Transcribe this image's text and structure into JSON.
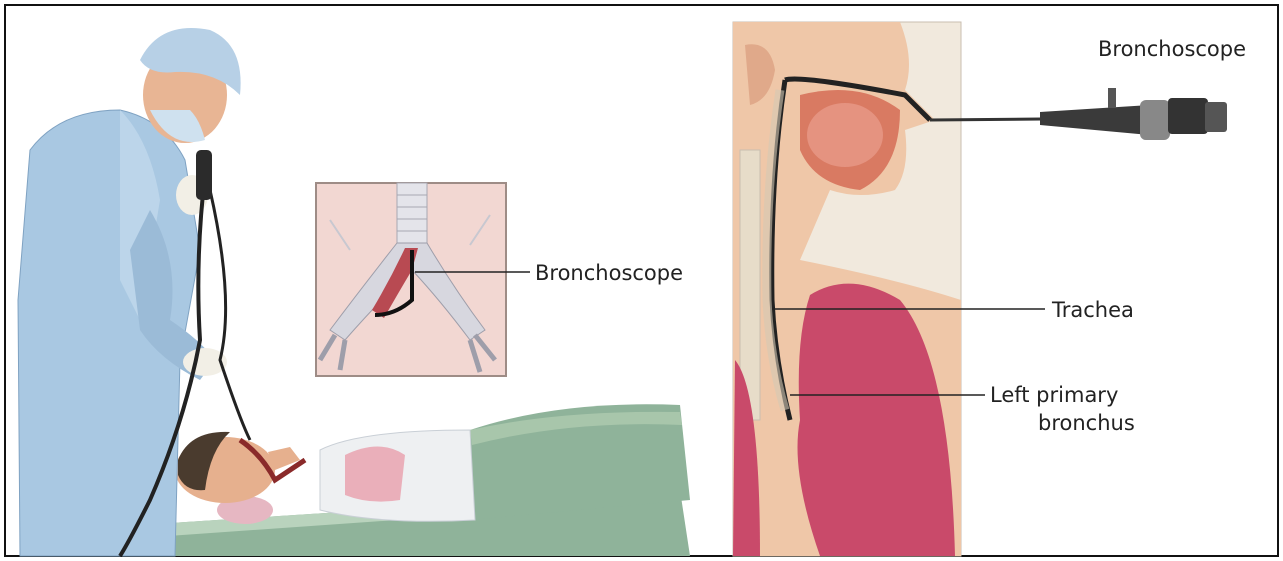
{
  "labels": {
    "inset_bronchoscope": "Bronchoscope",
    "top_bronchoscope": "Bronchoscope",
    "trachea": "Trachea",
    "left_primary_line1": "Left primary",
    "left_primary_line2": "bronchus"
  },
  "colors": {
    "gown": "#a9c8e2",
    "skin": "#e8b594",
    "lung": "#c94a6a",
    "sheet": "#9fbda0",
    "inset_bg": "#f2d7d2",
    "panel_bg": "#f1e9dd"
  }
}
